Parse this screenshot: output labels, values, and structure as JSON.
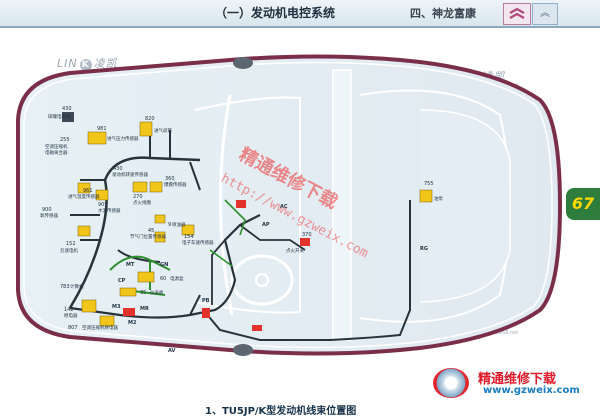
{
  "header": {
    "title": "（一）发动机电控系统",
    "section": "四、神龙富康",
    "nav_up": "︽"
  },
  "page_number": "67",
  "brand": {
    "lin": "LIN",
    "k": "K",
    "name": "凌凯",
    "site": "link168.net"
  },
  "watermark": {
    "diag": "精通维修下载",
    "url": "http://www.gzweix.com",
    "bottom": "精通维修下载",
    "bottom_url": "www.gzweix.com"
  },
  "caption": "1、TU5JP/K型发动机线束位置图",
  "components": [
    {
      "num": "430",
      "text": "碳罐电磁阀"
    },
    {
      "num": "820",
      "text": "进气歧管"
    },
    {
      "num": "255",
      "text": "空调压缩机电磁离合器"
    },
    {
      "num": "981",
      "text": "进气压力传感器"
    },
    {
      "num": "430",
      "text": "发动机转速传感器"
    },
    {
      "num": "360",
      "text": "爆震传感器"
    },
    {
      "num": "961",
      "text": "进气温度传感器"
    },
    {
      "num": "270",
      "text": "点火线圈"
    },
    {
      "num": "900",
      "text": "氧传感器"
    },
    {
      "num": "909",
      "text": "水温传感器"
    },
    {
      "num": "45",
      "text": "节气门位置传感器"
    },
    {
      "num": "152",
      "text": "怠速电机"
    },
    {
      "num": "154",
      "text": "电子车速传感器"
    },
    {
      "num": "9",
      "text": "喷油器"
    },
    {
      "num": "142",
      "text": "继电器"
    },
    {
      "num": "783",
      "text": "计算机"
    },
    {
      "num": "60",
      "text": "电源盒"
    },
    {
      "num": "35",
      "text": "仪表板"
    },
    {
      "num": "807",
      "text": "空调压缩机继电器"
    },
    {
      "num": "755",
      "text": "油泵"
    },
    {
      "num": "370",
      "text": "点火开关"
    }
  ],
  "wire_tags": [
    "MT",
    "GN",
    "CP",
    "MR",
    "M3",
    "M2",
    "PB",
    "AV",
    "AP",
    "RG",
    "AC"
  ]
}
